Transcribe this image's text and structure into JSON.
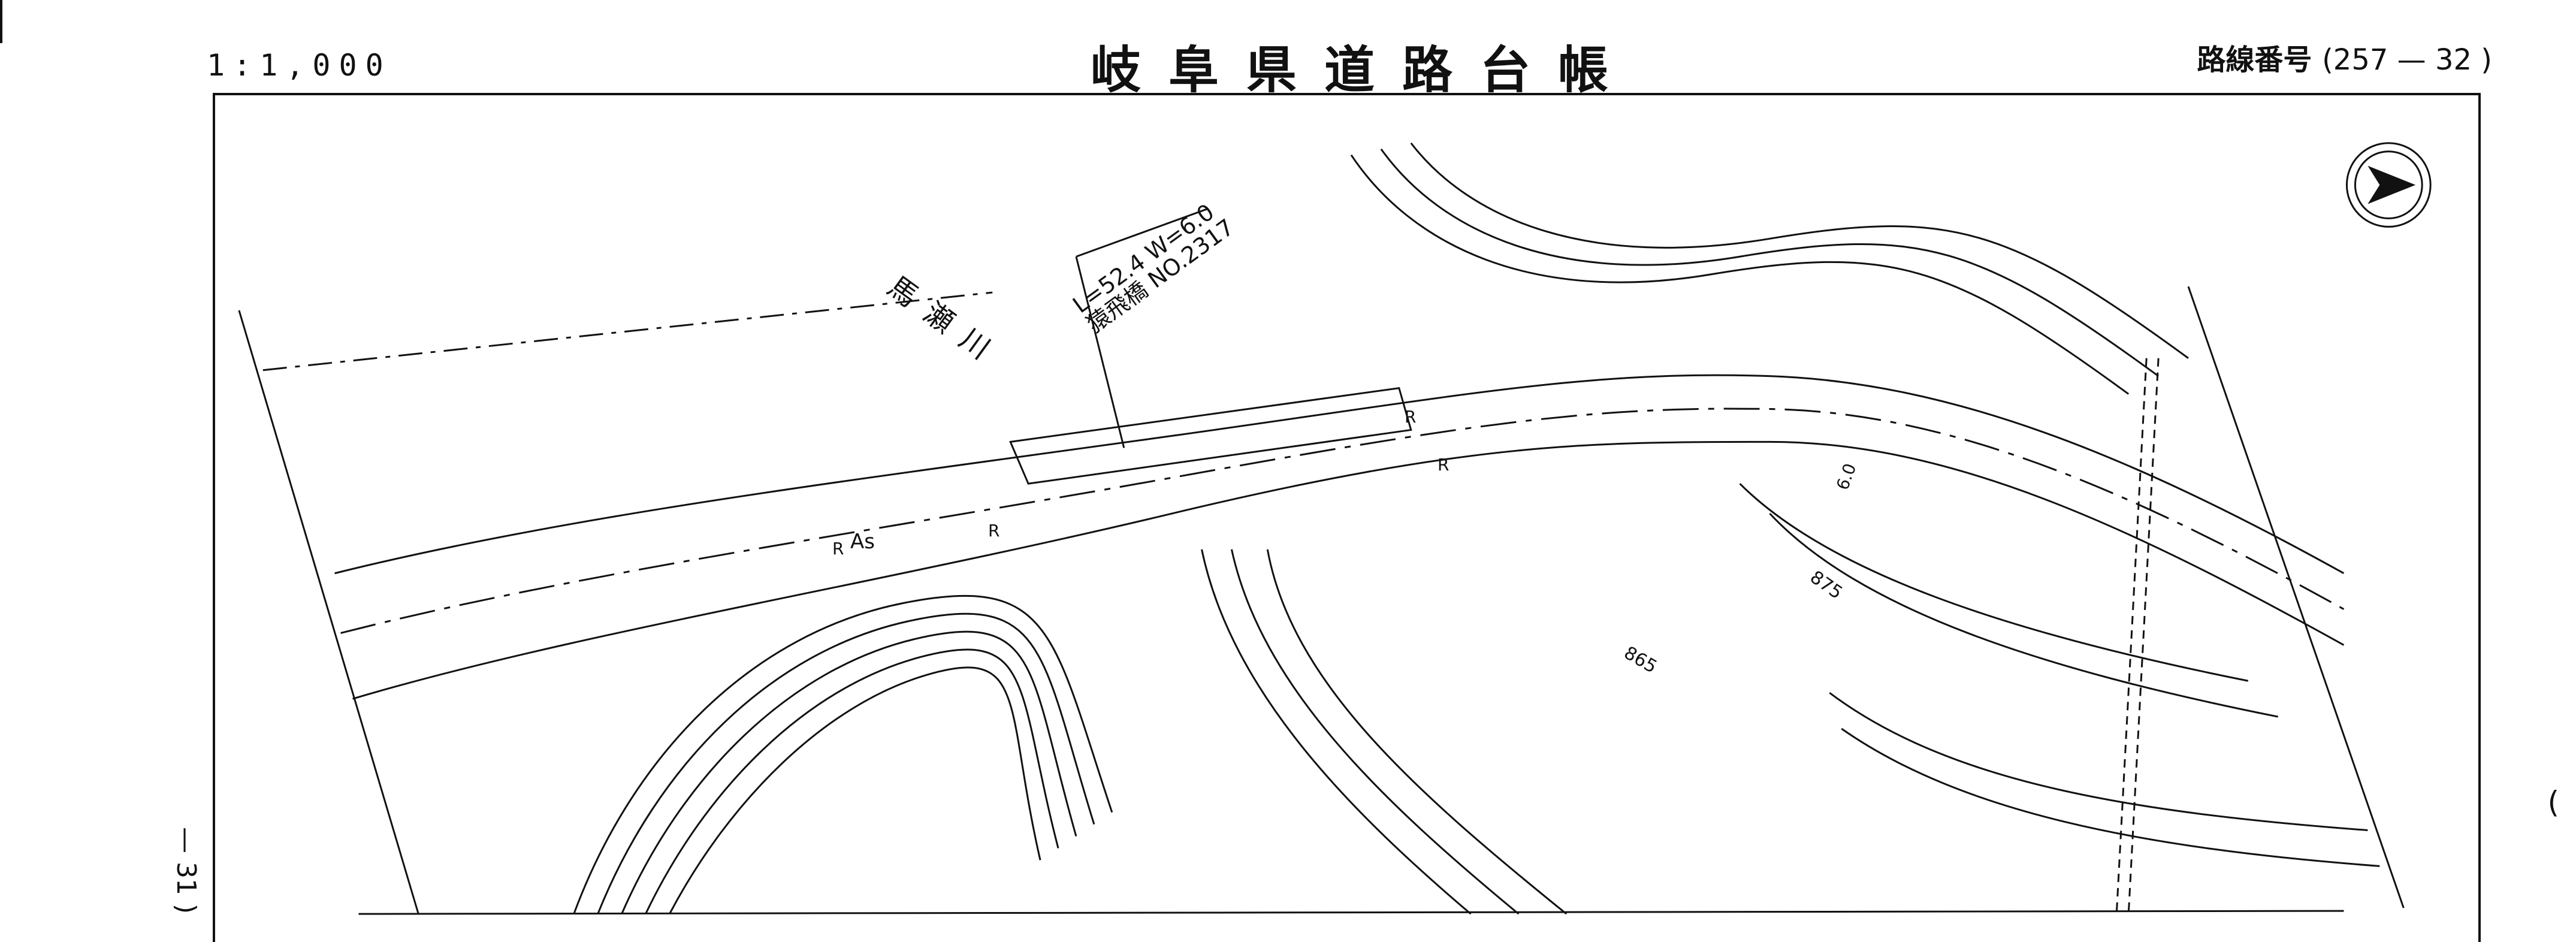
{
  "header": {
    "scale": "1:1,000",
    "title": "岐阜県道路台帳",
    "route_prefix": "路線番号",
    "route_number": "(257 — 32 )"
  },
  "map": {
    "river_label": "馬瀬川",
    "bridge_line1": "L=52.4 W=6.0",
    "bridge_line2": "猿飛橋 NO.2317",
    "surface_label": "As",
    "contour_865": "865",
    "contour_875": "875",
    "width_label": "6.0",
    "r_label": "R"
  },
  "margin": {
    "left_text": "— 31 )",
    "right_text": "("
  }
}
